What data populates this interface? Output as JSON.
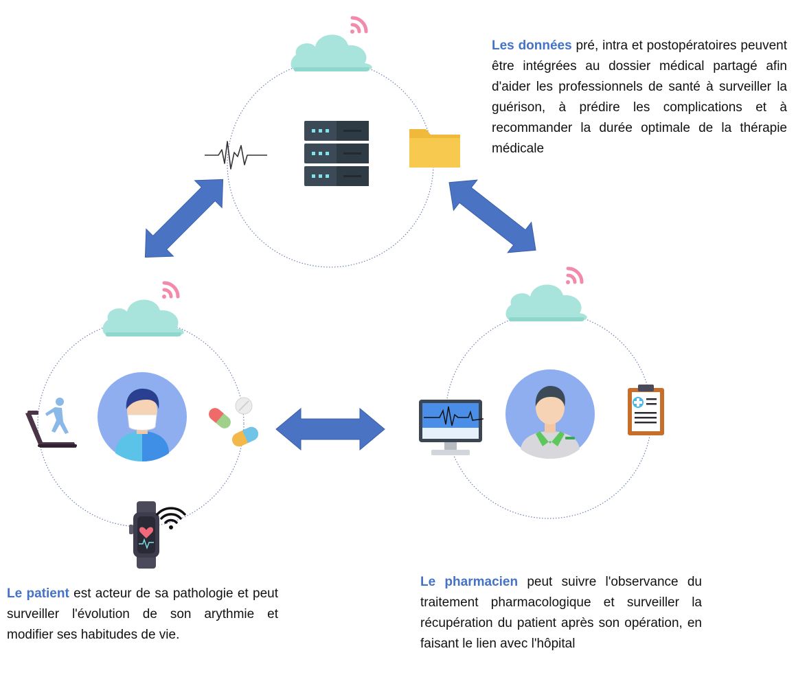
{
  "texts": {
    "data": {
      "highlight": "Les données",
      "body": " pré, intra et postopératoires peuvent être intégrées au dossier médical partagé afin d'aider les professionnels de santé à surveiller la guérison, à prédire les complications et à recommander la durée optimale de la thérapie médicale"
    },
    "patient": {
      "highlight": "Le patient",
      "body": " est acteur de sa pathologie et peut surveiller l'évolution de son arythmie et modifier ses habitudes de vie."
    },
    "pharmacist": {
      "highlight": "Le pharmacien",
      "body": " peut suivre l'observance du traitement pharmacologique et surveiller la récupération du patient après son opération, en faisant le lien avec l'hôpital"
    }
  },
  "colors": {
    "accent_text": "#4472c4",
    "arrow": "#4a73c3",
    "cloud": "#a8e4dc",
    "wifi": "#f28bab",
    "circle_stroke": "#6a7fb0",
    "avatar_bg": "#8eaef0"
  },
  "icons": [
    "cloud-icon",
    "wifi-icon",
    "server-icon",
    "ecg-line-icon",
    "folder-icon",
    "patient-avatar-icon",
    "treadmill-icon",
    "pills-icon",
    "smartwatch-icon",
    "pharmacist-avatar-icon",
    "heart-monitor-icon",
    "clipboard-icon"
  ]
}
